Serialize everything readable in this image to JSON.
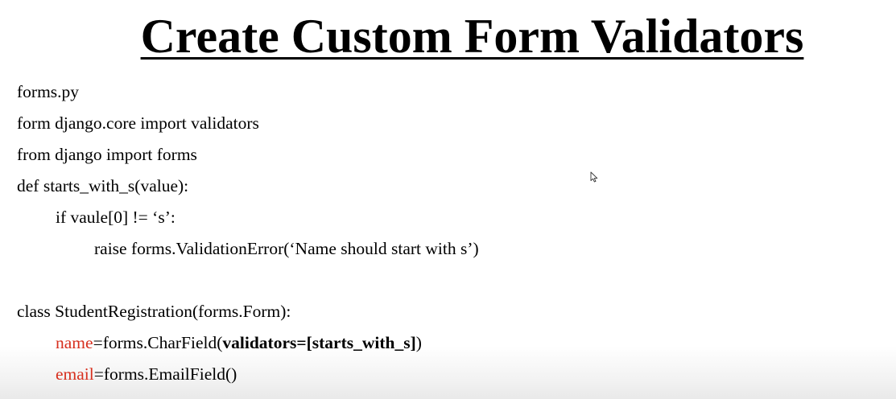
{
  "slide": {
    "title": "Create Custom Form Validators",
    "lines": [
      "forms.py",
      "form django.core import validators",
      "from django import forms",
      "def starts_with_s(value):",
      "if vaule[0] != ‘s’:",
      "raise forms.ValidationError(‘Name should start with s’)",
      "class StudentRegistration(forms.Form):"
    ],
    "name_field": {
      "name": "name",
      "rest": "=forms.CharField(",
      "validators": "validators=[starts_with_s]",
      "close": ")"
    },
    "email_field": {
      "name": "email",
      "rest": "=forms.EmailField()"
    }
  },
  "colors": {
    "field_name": "#d7301f",
    "text": "#000000",
    "background": "#ffffff"
  },
  "icons": {
    "cursor": "mouse-pointer-icon"
  }
}
